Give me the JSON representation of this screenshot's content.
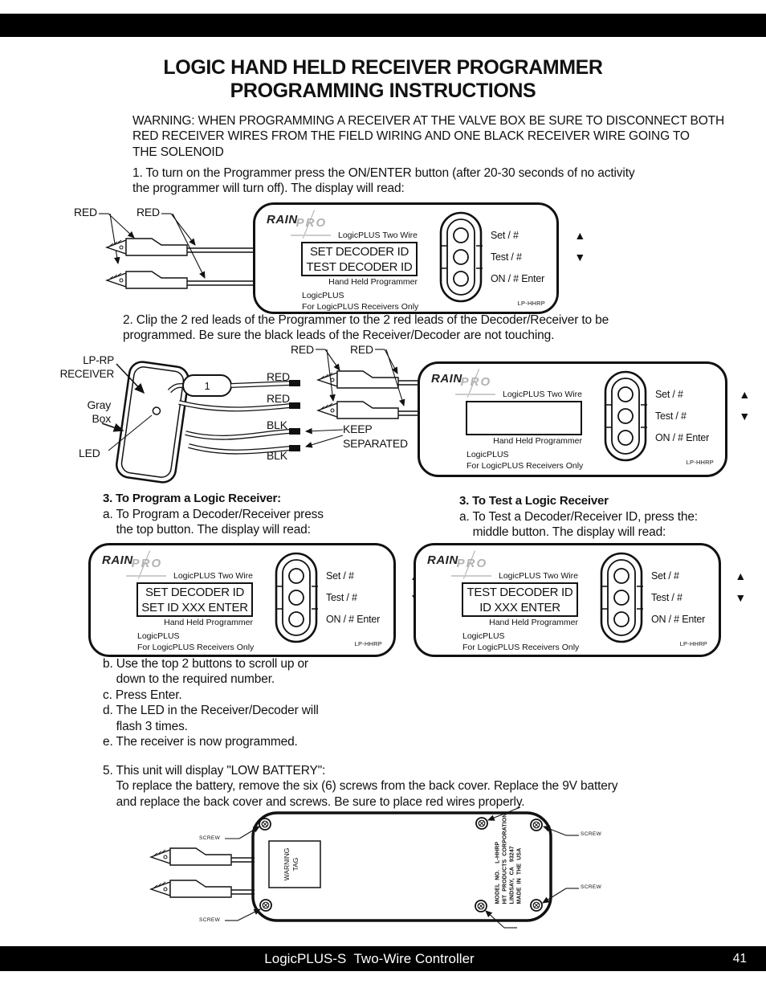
{
  "page": {
    "footer_title": "LogicPLUS-S  Two-Wire Controller",
    "page_number": "41"
  },
  "title": {
    "line1": "LOGIC HAND HELD RECEIVER PROGRAMMER",
    "line2": "PROGRAMMING INSTRUCTIONS"
  },
  "paragraphs": {
    "warning": "WARNING: WHEN PROGRAMMING A RECEIVER AT THE VALVE BOX BE SURE TO DISCONNECT BOTH\nRED RECEIVER WIRES FROM THE FIELD WIRING AND ONE BLACK RECEIVER WIRE GOING TO\nTHE SOLENOID",
    "step1": "1. To turn on the Programmer press the ON/ENTER button (after 20-30 seconds of no activity\nthe programmer will turn off). The display will read:",
    "step2": "2. Clip the 2 red leads of the Programmer to the 2 red leads of the Decoder/Receiver to be\nprogrammed. Be sure the black leads of the Receiver/Decoder are not touching.",
    "program_heading": "3. To Program a Logic Receiver:",
    "program_body": "a. To Program a Decoder/Receiver press\n    the top button. The display will read:",
    "test_heading": "3. To Test a Logic Receiver",
    "test_body": "a. To Test a Decoder/Receiver ID, press the:\n    middle button. The display will read:",
    "steps_bcde": "b. Use the top 2 buttons to scroll up or\n    down to the required number.\nc. Press Enter.\nd. The LED in the Receiver/Decoder will\n    flash 3 times.\ne. The receiver is now programmed.",
    "step5": "5. This unit will display \"LOW BATTERY\":\n    To replace the battery, remove the six (6) screws from the back cover. Replace the 9V battery\n    and replace the back cover and screws. Be sure to place red wires properly."
  },
  "device_common": {
    "brand_rain": "RAIN",
    "brand_pro": "PRO",
    "two_wire": "LogicPLUS Two Wire",
    "hand_held": "Hand Held Programmer",
    "logicplus": "LogicPLUS",
    "receivers_only": "For LogicPLUS Receivers Only",
    "btn_set": "Set / #",
    "btn_test": "Test / #",
    "btn_enter": "ON / # Enter",
    "up_arrow": "▲",
    "down_arrow": "▼",
    "model": "LP-HHRP"
  },
  "devices": {
    "d1": {
      "line1": "SET DECODER ID",
      "line2": "TEST DECODER ID"
    },
    "d2": {
      "line1": "",
      "line2": ""
    },
    "d3": {
      "line1": "SET DECODER ID",
      "line2": "SET ID XXX ENTER"
    },
    "d4": {
      "line1": "TEST DECODER ID",
      "line2": "ID XXX ENTER"
    }
  },
  "diagram1": {
    "red_label_1": "RED",
    "red_label_2": "RED"
  },
  "diagram2": {
    "receiver_label": "LP-RP\nRECEIVER",
    "gray_box_label": "Gray\nBox",
    "led_label": "LED",
    "tag_number": "1",
    "wire_label_red_1": "RED",
    "wire_label_red_2": "RED",
    "wire_label_blk_1": "BLK",
    "wire_label_blk_2": "BLK",
    "keep_separated": "KEEP\nSEPARATED",
    "clip_label_red_1": "RED",
    "clip_label_red_2": "RED"
  },
  "diagram3": {
    "screw_label_tl": "SCREW",
    "screw_label_bl": "SCREW",
    "screw_label_tr": "SCREW",
    "screw_label_br": "SCREW",
    "warning_tag": "WARNING\nTAG",
    "model_text": "MODEL  NO.    L-HHRP\nHIT  PRODUCTS  CORPORATION\nLINDSAY,  CA   93247\nMADE  IN  THE  USA"
  }
}
